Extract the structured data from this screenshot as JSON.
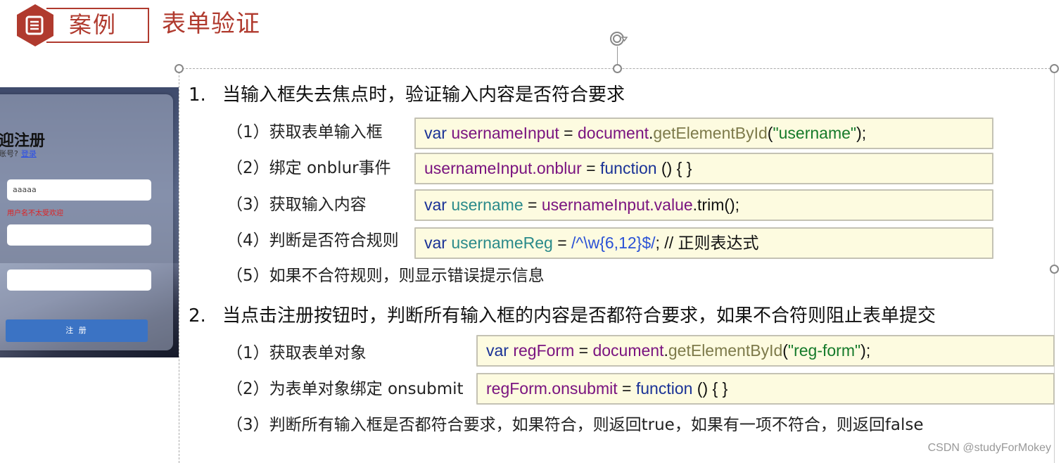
{
  "header": {
    "badge_label": "案例",
    "badge_icon": "document-icon",
    "title": "表单验证",
    "accent_color": "#b03a2e"
  },
  "preview": {
    "heading": "迎注册",
    "has_account_text": "账号?",
    "login_link": "登录",
    "username_value": "aaaaa",
    "error_message": "用户名不太受欢迎",
    "password_value": "",
    "confirm_value": "",
    "submit_label": "注 册"
  },
  "sections": [
    {
      "number": "1.",
      "title": "当输入框失去焦点时，验证输入内容是否符合要求",
      "steps": [
        {
          "label": "（1）获取表单输入框"
        },
        {
          "label": "（2）绑定 onblur事件"
        },
        {
          "label": "（3）获取输入内容"
        },
        {
          "label": "（4）判断是否符合规则"
        },
        {
          "label": "（5）如果不合符规则，则显示错误提示信息"
        }
      ]
    },
    {
      "number": "2.",
      "title": "当点击注册按钮时，判断所有输入框的内容是否都符合要求，如果不合符则阻止表单提交",
      "steps": [
        {
          "label": "（1）获取表单对象"
        },
        {
          "label": "（2）为表单对象绑定 onsubmit"
        },
        {
          "label": "（3）判断所有输入框是否都符合要求，如果符合，则返回true，如果有一项不符合，则返回false"
        }
      ]
    }
  ],
  "code": {
    "c1": {
      "kw": "var",
      "v": " usernameInput",
      "eq": " = ",
      "obj": "document",
      "dot": ".",
      "m": "getElementById",
      "p1": "(",
      "s": "\"username\"",
      "p2": ");"
    },
    "c2": {
      "v": "usernameInput.onblur",
      "eq": " = ",
      "kw": "function",
      "rest": "  () { }"
    },
    "c3": {
      "kw": "var",
      "lv": " username",
      "eq": " = ",
      "v": "usernameInput.value",
      "rest": ".trim();"
    },
    "c4": {
      "kw": "var",
      "lv": " usernameReg",
      "eq": " = ",
      "rx": "/^\\w{6,12}$/",
      "rest": "; // 正则表达式"
    },
    "c5": {
      "kw": "var",
      "v": " regForm",
      "eq": " = ",
      "obj": "document",
      "dot": ".",
      "m": "getElementById",
      "p1": "(",
      "s": "\"reg-form\"",
      "p2": ");"
    },
    "c6": {
      "v": "regForm.onsubmit",
      "eq": " = ",
      "kw": "function",
      "rest": " () { }"
    }
  },
  "watermark": "CSDN @studyForMokey"
}
